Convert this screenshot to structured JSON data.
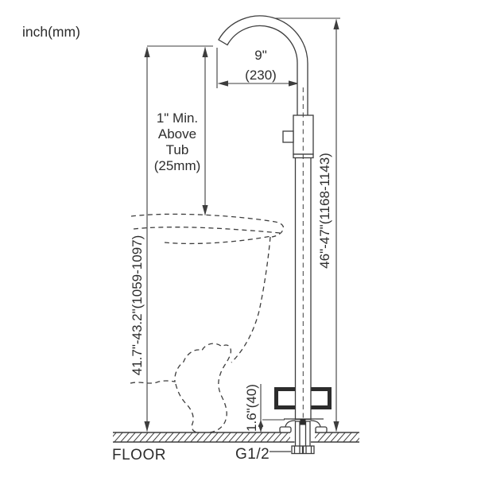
{
  "units_label": "inch(mm)",
  "dimensions": {
    "spout_reach_in": "9\"",
    "spout_reach_mm": "(230)",
    "above_tub_line1": "1\" Min.",
    "above_tub_line2": "Above",
    "above_tub_line3": "Tub",
    "above_tub_line4": "(25mm)",
    "floor_to_spout": "41.7\"-43.2\"(1059-1097)",
    "overall_height": "46\"-47\"(1168-1143)",
    "base_height": "1.6\"(40)"
  },
  "labels": {
    "floor": "FLOOR",
    "connection_thread": "G1/2"
  },
  "colors": {
    "line": "#3d3d3d",
    "text": "#2d2d2d",
    "dark_accent": "#2c2c2c",
    "background": "#ffffff"
  }
}
